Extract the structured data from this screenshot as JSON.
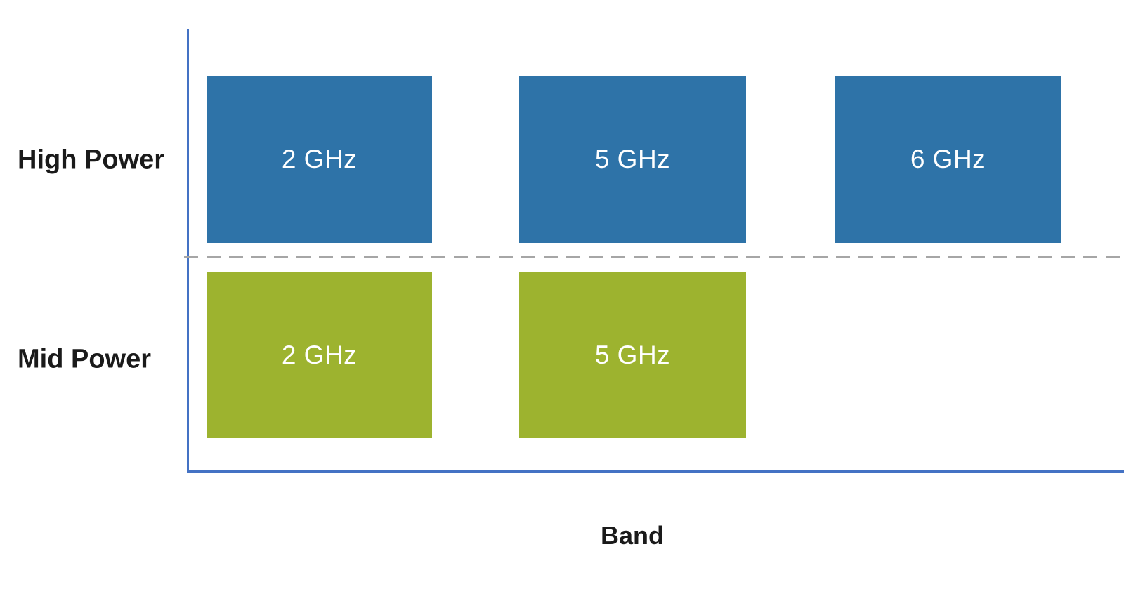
{
  "chart_data": {
    "type": "table",
    "title": "",
    "xlabel": "Band",
    "ylabel": "",
    "row_categories": [
      "High Power",
      "Mid Power"
    ],
    "columns": [
      "2 GHz",
      "5 GHz",
      "6 GHz"
    ],
    "series": [
      {
        "name": "High Power",
        "color": "#2E73A8",
        "bands": [
          {
            "label": "2 GHz",
            "present": true
          },
          {
            "label": "5 GHz",
            "present": true
          },
          {
            "label": "6 GHz",
            "present": true
          }
        ]
      },
      {
        "name": "Mid Power",
        "color": "#9DB32F",
        "bands": [
          {
            "label": "2 GHz",
            "present": true
          },
          {
            "label": "5 GHz",
            "present": true
          },
          {
            "label": "6 GHz",
            "present": false
          }
        ]
      }
    ],
    "legend": "none",
    "grid": false,
    "divider": {
      "style": "dashed",
      "color": "#A6A6A6",
      "separates": [
        "High Power",
        "Mid Power"
      ]
    },
    "axes": {
      "color": "#4472C4",
      "y_axis_shown": true,
      "x_axis_shown": true,
      "tick_labels": "none"
    }
  },
  "colors": {
    "high_power_bar": "#2E73A8",
    "mid_power_bar": "#9DB32F",
    "axis": "#4472C4",
    "divider": "#A6A6A6",
    "bar_text": "#FFFFFF",
    "label_text": "#1A1A1A"
  }
}
